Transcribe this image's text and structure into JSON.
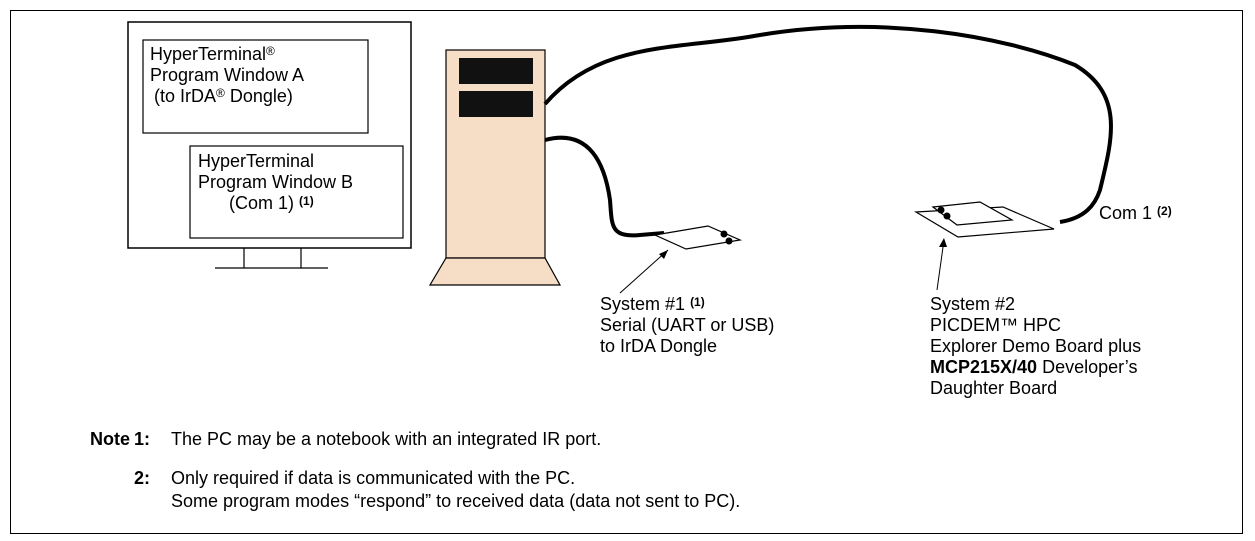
{
  "monitor": {
    "window_a": {
      "line1": "HyperTerminal",
      "line1_mark": "®",
      "line2": "Program Window A",
      "line3_pre": "(to IrDA",
      "line3_mark": "®",
      "line3_post": " Dongle)"
    },
    "window_b": {
      "line1": "HyperTerminal",
      "line2": "Program Window B",
      "line3": "(Com 1)",
      "ref": "(1)"
    }
  },
  "com1_label": {
    "text": "Com 1",
    "ref": "(2)"
  },
  "system1": {
    "title": "System #1",
    "ref": "(1)",
    "line2": "Serial (UART or USB)",
    "line3": "to IrDA Dongle"
  },
  "system2": {
    "line1": "System #2",
    "line2": "PICDEM™ HPC",
    "line3": "Explorer Demo Board plus",
    "line4_bold": "MCP215X/40",
    "line4_rest": " Developer’s",
    "line5": "Daughter Board"
  },
  "notes": {
    "heading": "Note",
    "items": [
      {
        "key": "1:",
        "lines": [
          "The PC may be a notebook with an integrated IR port."
        ]
      },
      {
        "key": "2:",
        "lines": [
          "Only required if data is communicated with the PC.",
          "Some program modes “respond” to received data (data not sent to PC)."
        ]
      }
    ]
  },
  "colors": {
    "pc_tower": "#f5ddc6",
    "drive_slot": "#111111",
    "cable": "#000000"
  }
}
